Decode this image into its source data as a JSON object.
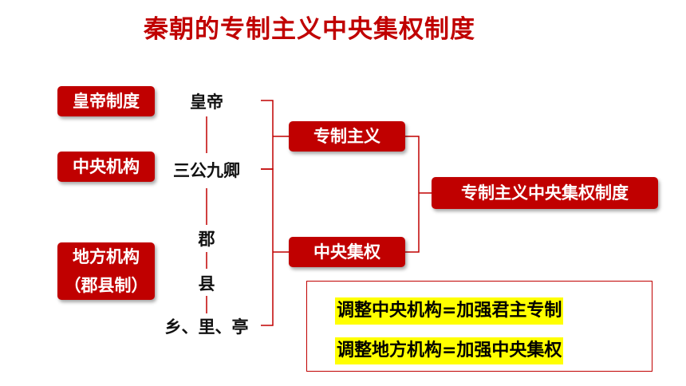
{
  "title": "秦朝的专制主义中央集权制度",
  "left_boxes": {
    "emperor_system": "皇帝制度",
    "central_org": "中央机构",
    "local_org_line1": "地方机构",
    "local_org_line2": "（郡县制）"
  },
  "hierarchy": {
    "emperor": "皇帝",
    "three_nine": "三公九卿",
    "commandery": "郡",
    "county": "县",
    "township": "乡、里、亭"
  },
  "mid_boxes": {
    "autocracy": "专制主义",
    "centralization": "中央集权"
  },
  "result_box": "专制主义中央集权制度",
  "notes": [
    "调整中央机构=加强君主专制",
    "调整地方机构=加强中央集权"
  ],
  "colors": {
    "accent": "#c00000",
    "highlight": "#ffff00"
  }
}
